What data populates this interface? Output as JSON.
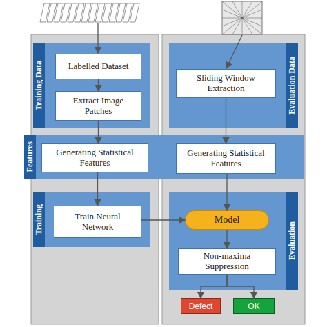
{
  "diagram": {
    "nodes": [
      {
        "text": [
          "Training Data"
        ]
      },
      {
        "text": [
          "Labelled Dataset"
        ],
        "in": 0
      },
      {
        "text": [
          "Extract Image Patches"
        ],
        "in": 0
      },
      {
        "text": [
          "Evaluation Data"
        ]
      },
      {
        "text": [
          "Sliding Window Extraction"
        ],
        "in": 3
      },
      {
        "text": [
          "Features"
        ]
      },
      {
        "text": [
          "Generating Statistical Features"
        ],
        "in": 5
      },
      {
        "text": [
          "Generating Statistical Features"
        ],
        "in": 5
      },
      {
        "text": [
          "Training"
        ]
      },
      {
        "text": [
          "Train Neural Network"
        ],
        "in": 8
      },
      {
        "text": [
          "Evaluation"
        ]
      },
      {
        "text": [
          "Model"
        ],
        "in": 10
      },
      {
        "text": [
          "Non-maxima Suppression"
        ],
        "in": 10
      },
      {
        "text": [
          "Defect"
        ]
      },
      {
        "text": [
          "OK"
        ]
      }
    ],
    "edges": [
      {
        "from": 1,
        "to": 2,
        "arrow": "to"
      },
      {
        "from": 2,
        "to": 6,
        "arrow": "to"
      },
      {
        "from": 6,
        "to": 9,
        "arrow": "to"
      },
      {
        "from": 4,
        "to": 7,
        "arrow": "to"
      },
      {
        "from": 7,
        "to": 11,
        "arrow": "to"
      },
      {
        "from": 9,
        "to": 11,
        "arrow": "to"
      },
      {
        "from": 11,
        "to": 12,
        "arrow": "to"
      },
      {
        "from": 12,
        "to": 13,
        "arrow": "to"
      },
      {
        "from": 12,
        "to": 14,
        "arrow": "to"
      }
    ]
  }
}
